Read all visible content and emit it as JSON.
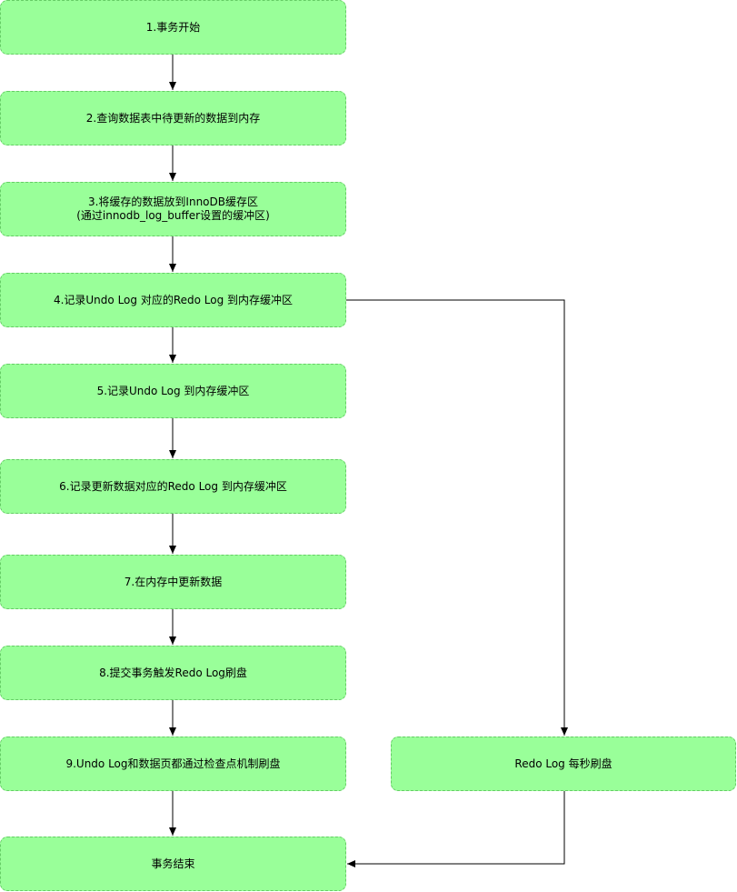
{
  "nodes": {
    "n1": [
      "1.事务开始"
    ],
    "n2": [
      "2.查询数据表中待更新的数据到内存"
    ],
    "n3": [
      "3.将缓存的数据放到InnoDB缓存区",
      "(通过innodb_log_buffer设置的缓冲区)"
    ],
    "n4": [
      "4.记录Undo Log 对应的Redo Log 到内存缓冲区"
    ],
    "n5": [
      "5.记录Undo Log 到内存缓冲区"
    ],
    "n6": [
      "6.记录更新数据对应的Redo Log 到内存缓冲区"
    ],
    "n7": [
      "7.在内存中更新数据"
    ],
    "n8": [
      "8.提交事务触发Redo Log刷盘"
    ],
    "n9": [
      "9.Undo Log和数据页都通过检查点机制刷盘"
    ],
    "end": [
      "事务结束"
    ],
    "redo": [
      "Redo Log 每秒刷盘"
    ]
  },
  "colors": {
    "node_fill": "#99ff99",
    "node_border": "#66cc66",
    "edge": "#000000"
  }
}
